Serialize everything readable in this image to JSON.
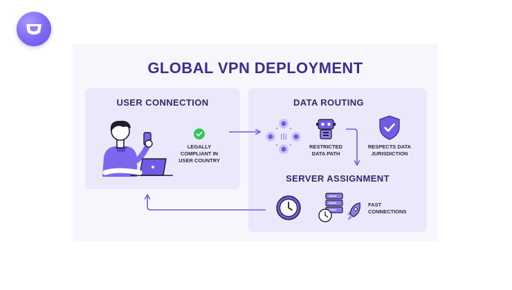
{
  "title": "GLOBAL VPN DEPLOYMENT",
  "sections": {
    "user_connection": {
      "title": "USER CONNECTION",
      "compliance_label": [
        "LEGALLY",
        "COMPLIANT IN",
        "USER COUNTRY"
      ]
    },
    "data_routing": {
      "title": "DATA ROUTING",
      "path_label": [
        "RESTRICTED",
        "DATA PATH"
      ],
      "jurisdiction_label": [
        "RESPECTS DATA",
        "JURISDICTION"
      ]
    },
    "server_assignment": {
      "title": "SERVER ASSIGNMENT",
      "speed_label": [
        "FAST",
        "CONNECTIONS"
      ]
    }
  },
  "icons": {
    "logo": "brand-logo-icon",
    "user": "user-with-laptop-icon",
    "check": "check-circle-icon",
    "nodes": "network-nodes-icon",
    "robot": "robot-icon",
    "shield": "shield-check-icon",
    "clock": "clock-icon",
    "server": "server-rack-icon",
    "rocket": "rocket-icon"
  },
  "colors": {
    "accent": "#6f5ce6",
    "title": "#3b2f8f",
    "panel": "#ebe8fb",
    "check": "#34c759"
  }
}
